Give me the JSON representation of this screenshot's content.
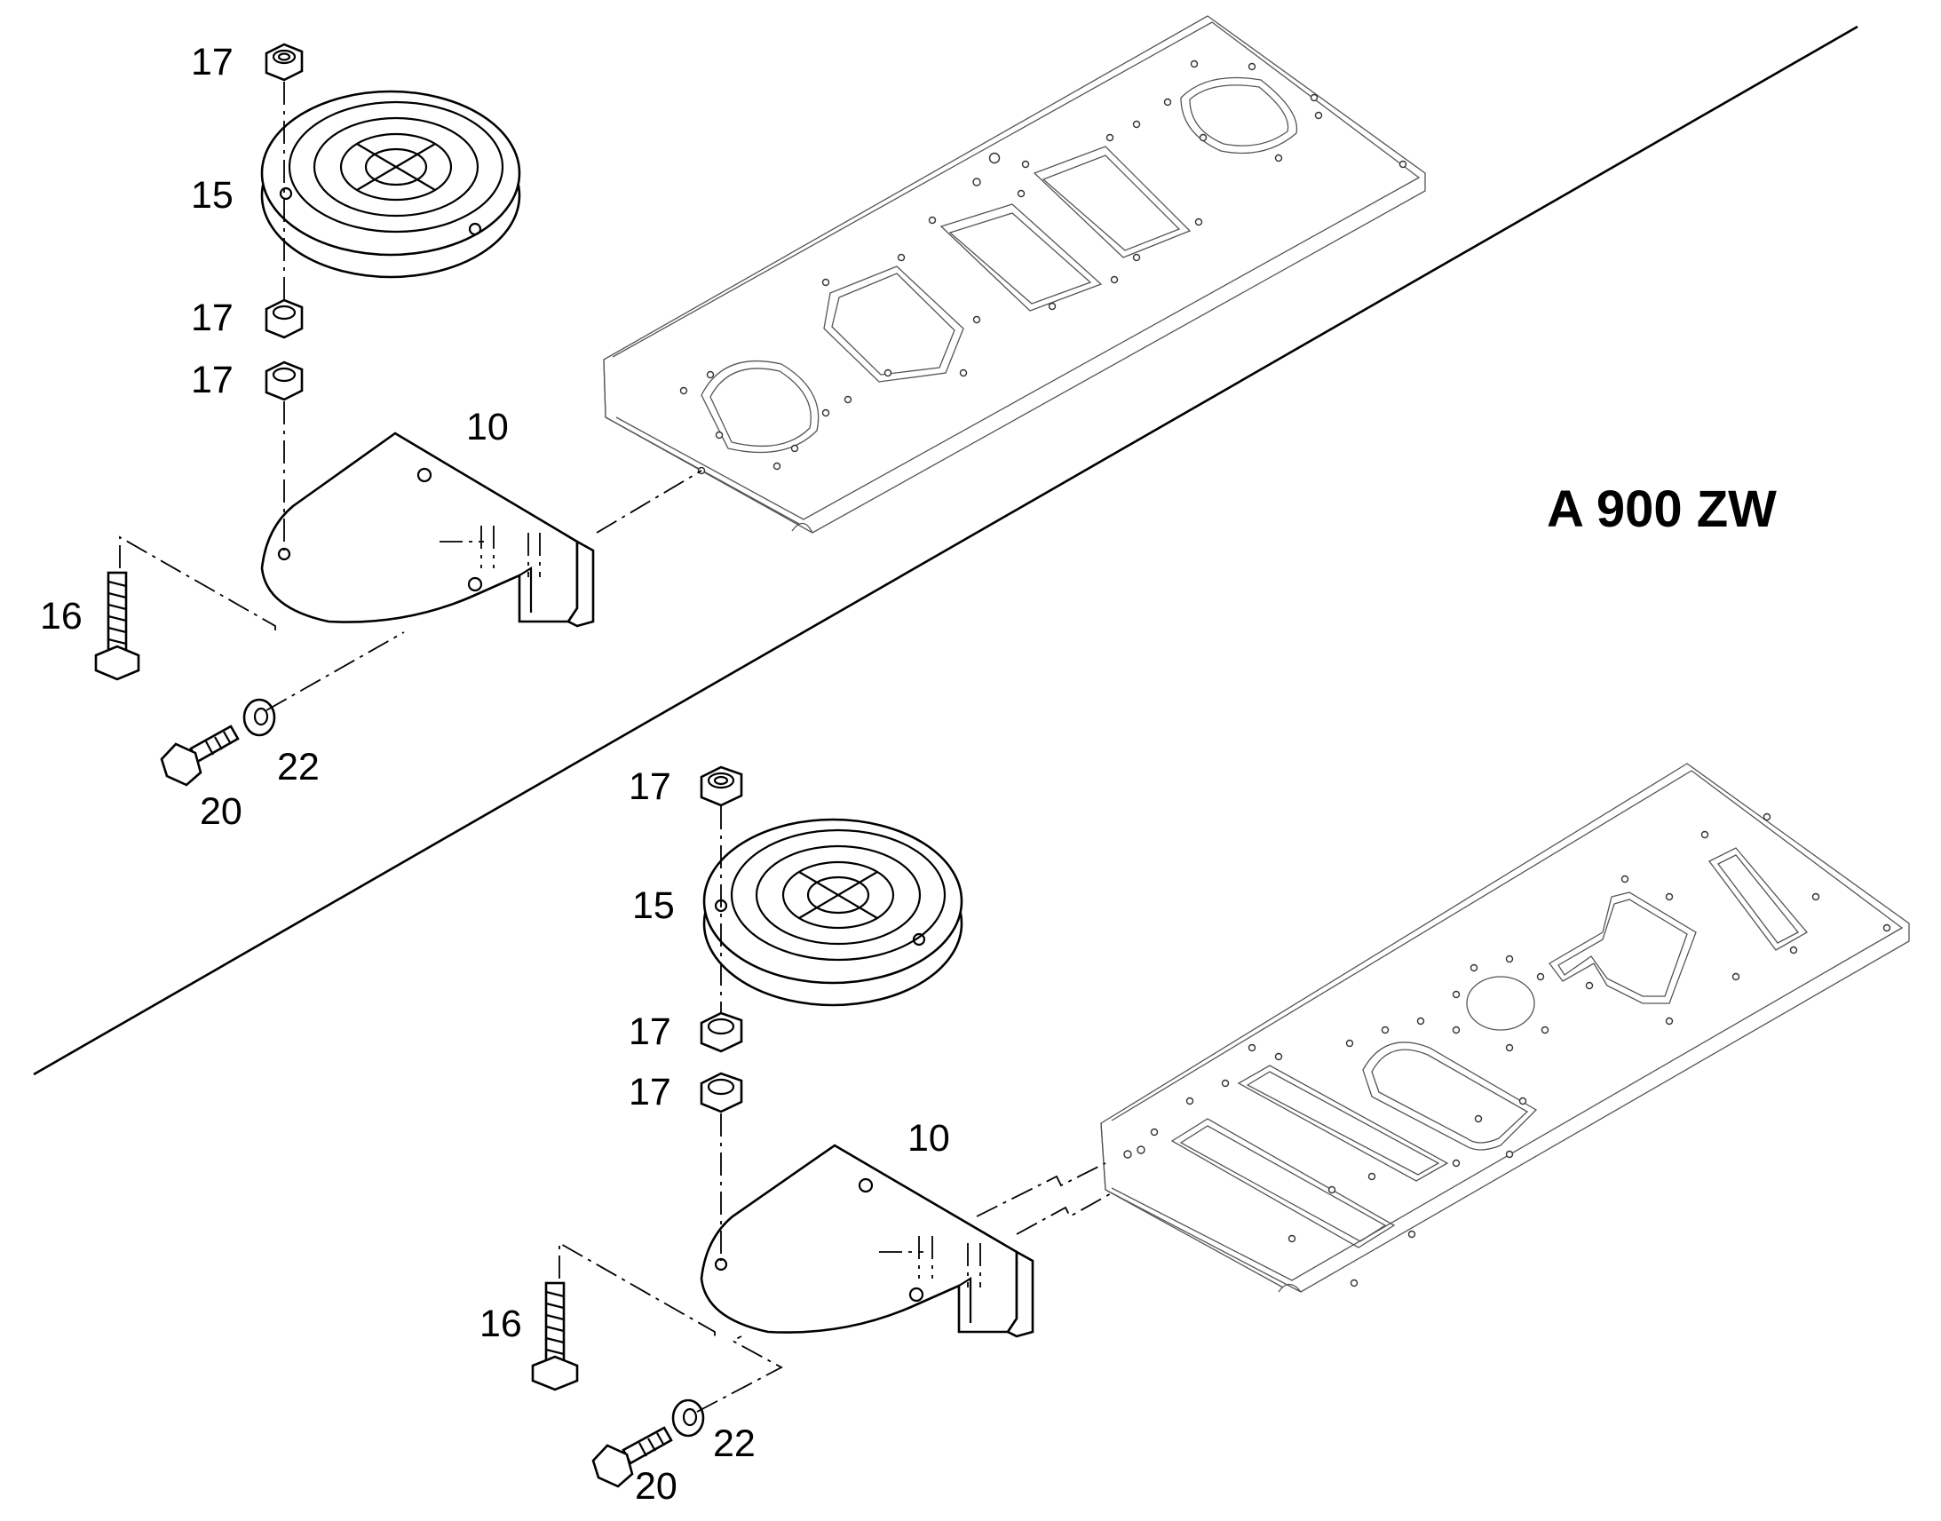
{
  "title": "A 900 ZW",
  "upper_assembly": {
    "labels": {
      "nut_top": "17",
      "level": "15",
      "nut_mid": "17",
      "nut_low": "17",
      "bracket": "10",
      "bolt_long": "16",
      "bolt_short": "20",
      "washer": "22"
    }
  },
  "lower_assembly": {
    "labels": {
      "nut_top": "17",
      "level": "15",
      "nut_mid": "17",
      "nut_low": "17",
      "bracket": "10",
      "bolt_long": "16",
      "bolt_short": "20",
      "washer": "22"
    }
  },
  "colors": {
    "ink": "#000000",
    "paper": "#ffffff"
  }
}
